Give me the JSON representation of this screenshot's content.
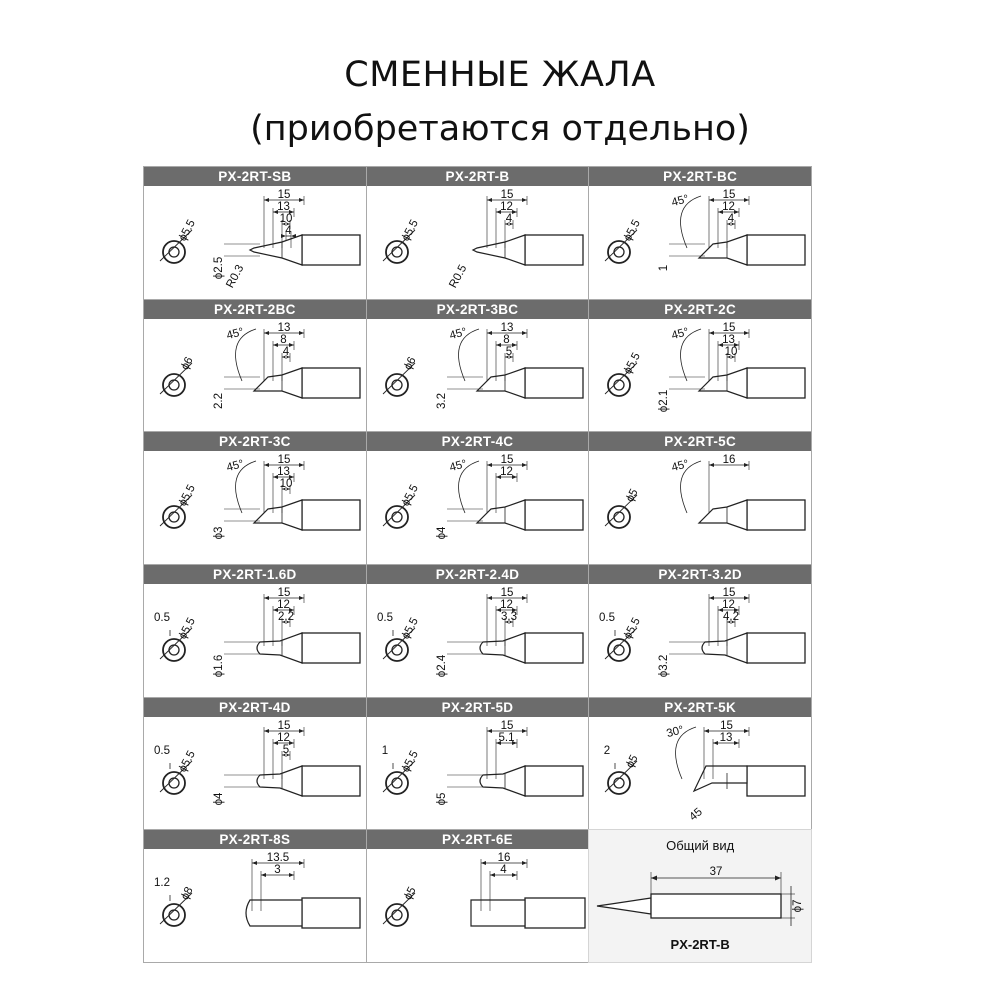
{
  "title": "СМЕННЫЕ ЖАЛА",
  "subtitle": "(приобретаются отдельно)",
  "tips": [
    {
      "model": "PX-2RT-SB",
      "shape": "conical",
      "dia": "ϕ5.5",
      "dims": [
        "15",
        "13",
        "10",
        "4"
      ],
      "tip_d": "ϕ2.5",
      "radius": "R0.3"
    },
    {
      "model": "PX-2RT-B",
      "shape": "conical",
      "dia": "ϕ5.5",
      "dims": [
        "15",
        "12",
        "4"
      ],
      "radius": "R0.5"
    },
    {
      "model": "PX-2RT-BC",
      "shape": "bevel",
      "dia": "ϕ5.5",
      "angle": "45°",
      "dims": [
        "15",
        "12",
        "4"
      ],
      "tip_d": "1"
    },
    {
      "model": "PX-2RT-2BC",
      "shape": "bevel",
      "dia": "ϕ6",
      "angle": "45°",
      "dims": [
        "13",
        "8",
        "4"
      ],
      "tip_d": "2.2"
    },
    {
      "model": "PX-2RT-3BC",
      "shape": "bevel",
      "dia": "ϕ6",
      "angle": "45°",
      "dims": [
        "13",
        "8",
        "5"
      ],
      "tip_d": "3.2"
    },
    {
      "model": "PX-2RT-2C",
      "shape": "bevel",
      "dia": "ϕ5.5",
      "angle": "45°",
      "dims": [
        "15",
        "13",
        "10"
      ],
      "tip_d": "ϕ2.1"
    },
    {
      "model": "PX-2RT-3C",
      "shape": "bevel",
      "dia": "ϕ5.5",
      "angle": "45°",
      "dims": [
        "15",
        "13",
        "10"
      ],
      "tip_d": "ϕ3"
    },
    {
      "model": "PX-2RT-4C",
      "shape": "bevel",
      "dia": "ϕ5.5",
      "angle": "45°",
      "dims": [
        "15",
        "12"
      ],
      "tip_d": "ϕ4"
    },
    {
      "model": "PX-2RT-5C",
      "shape": "bevel",
      "dia": "ϕ5",
      "angle": "45°",
      "dims": [
        "16"
      ]
    },
    {
      "model": "PX-2RT-1.6D",
      "shape": "chisel",
      "dia": "ϕ5.5",
      "flat": "0.5",
      "dims": [
        "15",
        "12",
        "2.2"
      ],
      "tip_d": "ϕ1.6"
    },
    {
      "model": "PX-2RT-2.4D",
      "shape": "chisel",
      "dia": "ϕ5.5",
      "flat": "0.5",
      "dims": [
        "15",
        "12",
        "3.3"
      ],
      "tip_d": "ϕ2.4"
    },
    {
      "model": "PX-2RT-3.2D",
      "shape": "chisel",
      "dia": "ϕ5.5",
      "flat": "0.5",
      "dims": [
        "15",
        "12",
        "4.2"
      ],
      "tip_d": "ϕ3.2"
    },
    {
      "model": "PX-2RT-4D",
      "shape": "chisel",
      "dia": "ϕ5.5",
      "flat": "0.5",
      "dims": [
        "15",
        "12",
        "5"
      ],
      "tip_d": "ϕ4"
    },
    {
      "model": "PX-2RT-5D",
      "shape": "chisel",
      "dia": "ϕ5.5",
      "flat": "1",
      "dims": [
        "15",
        "5.1"
      ],
      "tip_d": "ϕ5"
    },
    {
      "model": "PX-2RT-5K",
      "shape": "knife",
      "dia": "ϕ5",
      "flat": "2",
      "angle": "30°",
      "angle2": "45",
      "dims": [
        "15",
        "13"
      ]
    },
    {
      "model": "PX-2RT-8S",
      "shape": "spade",
      "dia": "ϕ8",
      "flat": "1.2",
      "dims": [
        "13.5",
        "3"
      ]
    },
    {
      "model": "PX-2RT-6E",
      "shape": "step",
      "dia": "ϕ5",
      "dims": [
        "16",
        "4"
      ]
    }
  ],
  "general": {
    "caption": "Общий вид",
    "length": "37",
    "dia": "ϕ7",
    "model": "PX-2RT-B"
  }
}
